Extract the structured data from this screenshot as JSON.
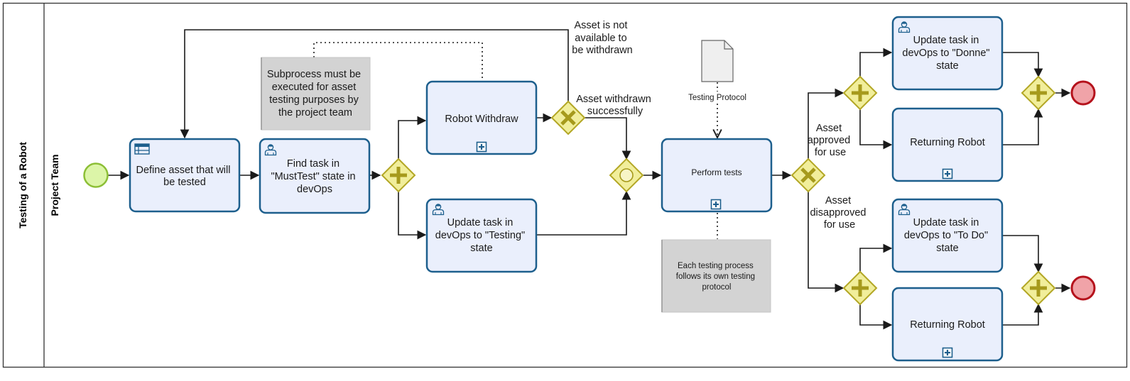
{
  "pool": {
    "label": "Testing of a Robot"
  },
  "lane": {
    "label": "Project Team"
  },
  "tasks": {
    "define": [
      "Define asset that will",
      "be tested"
    ],
    "find": [
      "Find task in",
      "\"MustTest\" state in",
      "devOps"
    ],
    "withdraw": [
      "Robot Withdraw"
    ],
    "update_testing": [
      "Update task in",
      "devOps to \"Testing\"",
      "state"
    ],
    "perform": [
      "Perform tests"
    ],
    "update_done": [
      "Update task in",
      "devOps to \"Donne\"",
      "state"
    ],
    "return_top": [
      "Returning Robot"
    ],
    "update_todo": [
      "Update task in",
      "devOps to \"To Do\"",
      "state"
    ],
    "return_bottom": [
      "Returning Robot"
    ]
  },
  "annotations": {
    "subprocess": [
      "Subprocess must be",
      "executed for asset",
      "testing purposes by",
      "the project team"
    ],
    "testing": [
      "Each testing process",
      "follows its own testing",
      "protocol"
    ]
  },
  "data_object": {
    "label": "Testing Protocol"
  },
  "flow_labels": {
    "not_available": [
      "Asset is not",
      "available to",
      "be withdrawn"
    ],
    "withdrawn": [
      "Asset withdrawn",
      "successfully"
    ],
    "approved": [
      "Asset",
      "approved",
      "for use"
    ],
    "disapproved": [
      "Asset",
      "disapproved",
      "for use"
    ]
  },
  "colors": {
    "task_fill": "#eaeffc",
    "task_stroke": "#1d5f8d",
    "gateway_fill": "#f1ee9b",
    "gateway_stroke": "#b3a725",
    "start_fill": "#dcf5a8",
    "start_stroke": "#8cbf36",
    "end_fill": "#f0a3a8",
    "end_stroke": "#b5121c",
    "annotation_fill": "#d3d3d3"
  }
}
